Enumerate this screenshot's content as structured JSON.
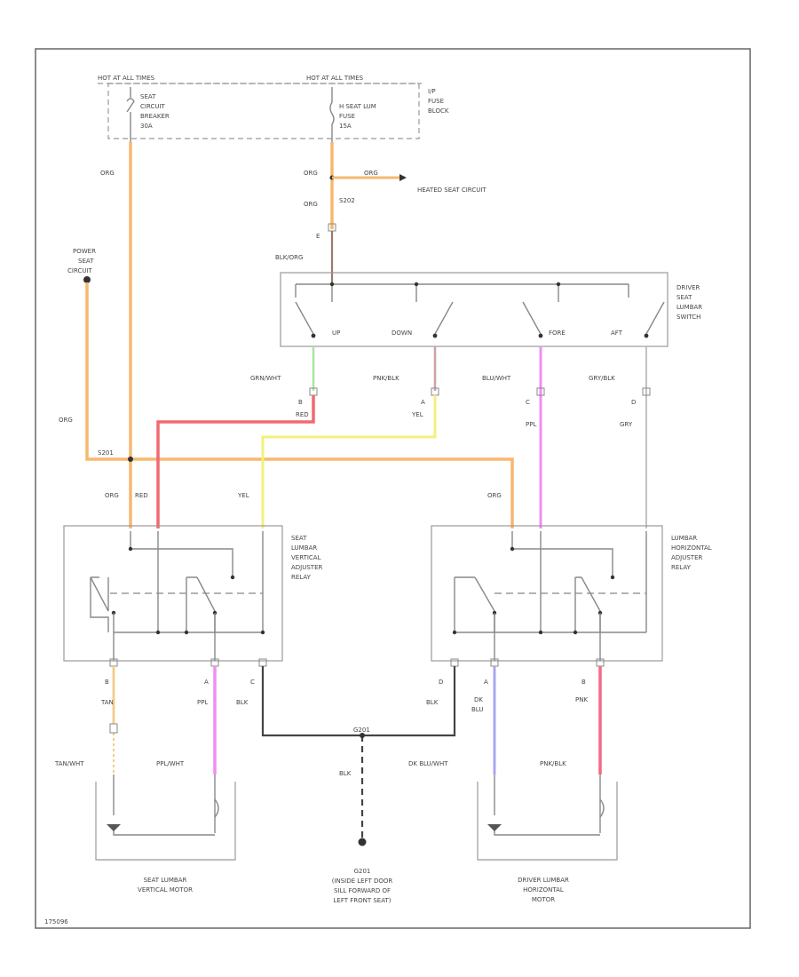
{
  "fuse_block": {
    "hot_left": "HOT AT ALL TIMES",
    "hot_right": "HOT AT ALL TIMES",
    "breaker": [
      "SEAT",
      "CIRCUIT",
      "BREAKER",
      "30A"
    ],
    "fuse": [
      "H SEAT LUM",
      "FUSE",
      "15A"
    ],
    "block": [
      "I/P",
      "FUSE",
      "BLOCK"
    ]
  },
  "heated_seat": {
    "wire": "ORG",
    "label": "HEATED SEAT CIRCUIT"
  },
  "splices": {
    "s202": "S202",
    "s201": "S201",
    "g201": "G201"
  },
  "power_seat": [
    "POWER",
    "SEAT",
    "CIRCUIT"
  ],
  "switch": {
    "title": [
      "DRIVER",
      "SEAT",
      "LUMBAR",
      "SWITCH"
    ],
    "positions": [
      "UP",
      "DOWN",
      "FORE",
      "AFT"
    ],
    "pin_e": "E"
  },
  "wires": {
    "org_left": "ORG",
    "org_upper": "ORG",
    "org_lower": "ORG",
    "org_power": "ORG",
    "blk_org": "BLK/ORG",
    "grn_wht": "GRN/WHT",
    "pnk_blk": "PNK/BLK",
    "blu_wht": "BLU/WHT",
    "gry_blk": "GRY/BLK",
    "red": "RED",
    "yel": "YEL",
    "ppl": "PPL",
    "gry": "GRY",
    "org_vert_relay": "ORG",
    "red_vert_relay": "RED",
    "yel_vert_relay": "YEL",
    "org_horiz_relay": "ORG",
    "tan": "TAN",
    "ppl_lower": "PPL",
    "blk_v": "BLK",
    "blk_h": "BLK",
    "dk_blu": [
      "DK",
      "BLU"
    ],
    "pnk": "PNK",
    "tan_wht": "TAN/WHT",
    "ppl_wht": "PPL/WHT",
    "blk_ground": "BLK",
    "dk_blu_wht": "DK BLU/WHT",
    "pnk_blk_motor": "PNK/BLK"
  },
  "pins": {
    "sw_b": "B",
    "sw_a": "A",
    "sw_c": "C",
    "sw_d": "D",
    "vr_b": "B",
    "vr_a": "A",
    "vr_c": "C",
    "hr_d": "D",
    "hr_a": "A",
    "hr_b": "B"
  },
  "relays": {
    "vertical": [
      "SEAT",
      "LUMBAR",
      "VERTICAL",
      "ADJUSTER",
      "RELAY"
    ],
    "horizontal": [
      "LUMBAR",
      "HORIZONTAL",
      "ADJUSTER",
      "RELAY"
    ]
  },
  "motors": {
    "vertical": [
      "SEAT LUMBAR",
      "VERTICAL MOTOR"
    ],
    "horizontal": [
      "DRIVER LUMBAR",
      "HORIZONTAL",
      "MOTOR"
    ]
  },
  "ground": [
    "G201",
    "(INSIDE LEFT DOOR",
    "SILL FORWARD OF",
    "LEFT FRONT SEAT)"
  ],
  "figure_code": "175096",
  "colors": {
    "org": "#f7b870",
    "red": "#f06a70",
    "grn": "#a8e6a0",
    "pnk_blk": "#cfa0a8",
    "ppl": "#f08ef0",
    "blu": "#a8a8ee",
    "yel": "#f4f07a",
    "tan": "#f2cc8a",
    "pnk": "#f26a88",
    "gry": "#bbbbbb"
  }
}
